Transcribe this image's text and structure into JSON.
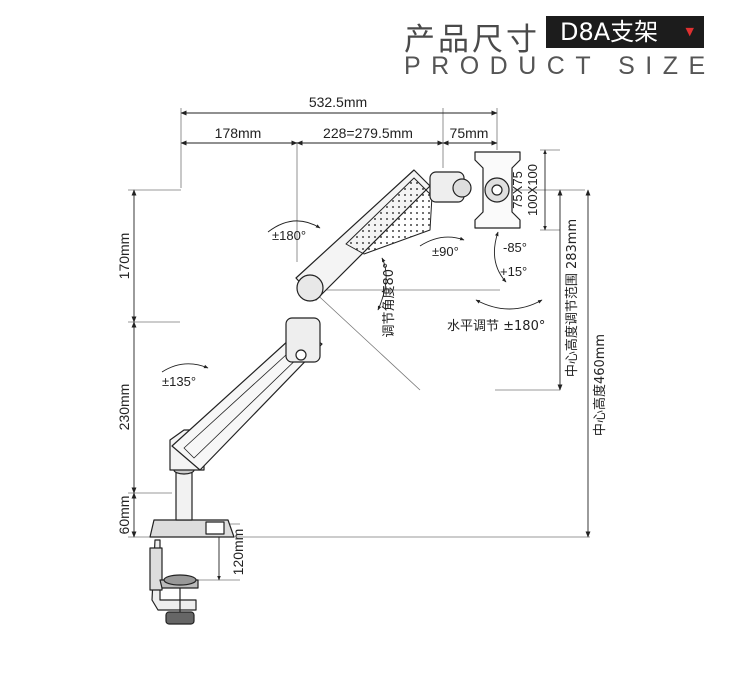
{
  "header": {
    "title_cn": "产品尺寸",
    "model": "D8A支架",
    "title_en": "PRODUCT SIZE"
  },
  "dimensions": {
    "total_width": "532.5mm",
    "seg_left": "178mm",
    "seg_mid": "228=279.5mm",
    "seg_right": "75mm",
    "h_top": "170mm",
    "h_mid": "230mm",
    "h_base": "60mm",
    "clamp": "120mm",
    "vesa_a": "75X75",
    "vesa_b": "100X100",
    "height_range": "中心高度调节范围 283mm",
    "center_height": "中心高度460mm"
  },
  "angles": {
    "forearm_rotate": "±180°",
    "arm_rotate": "±135°",
    "head_rotate": "±90°",
    "tilt_up": "-85°",
    "tilt_down": "+15°",
    "elbow_angle": "调节角度80°",
    "swivel": "水平调节 ±180°"
  },
  "colors": {
    "accent_red": "#e03030",
    "model_bg": "#1c1c1c"
  }
}
